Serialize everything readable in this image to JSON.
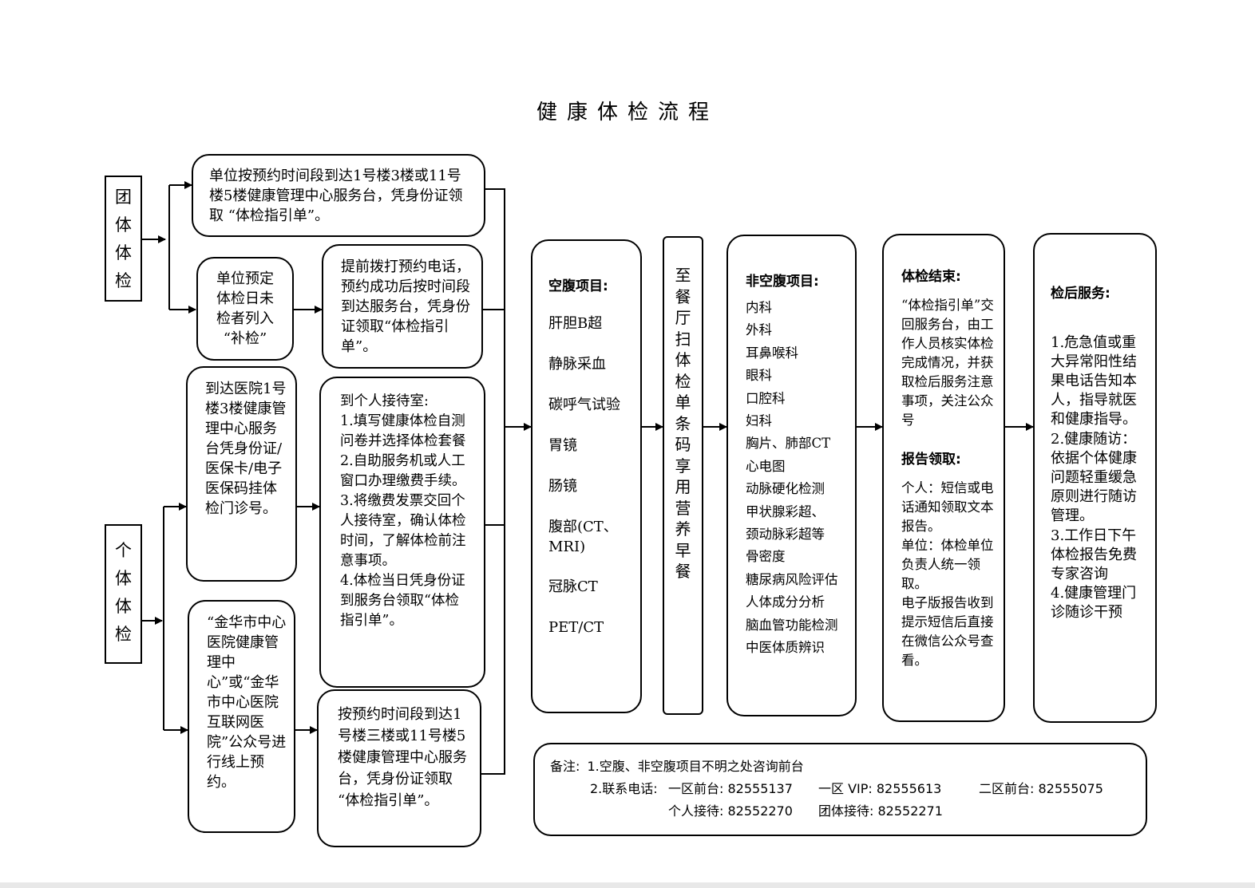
{
  "title": "健康体检流程",
  "group_label": "团\n体\n体\n检",
  "individual_label": "个\n体\n体\n检",
  "group_step1": "单位按预约时间段到达1号楼3楼或11号楼5楼健康管理中心服务台，凭身份证领取 “体检指引单”。",
  "group_makeup": "单位预定\n体检日未\n检者列入\n“补检”",
  "group_makeup_step": "提前拨打预约电话，预约成功后按时间段到达服务台，凭身份证领取“体检指引单”。",
  "individual_walkin": "到达医院1号楼3楼健康管理中心服务台凭身份证/医保卡/电子医保码挂体检门诊号。",
  "individual_reception": "到个人接待室:\n1.填写健康体检自测问卷并选择体检套餐\n2.自助服务机或人工窗口办理缴费手续。\n3.将缴费发票交回个人接待室，确认体检时间，了解体检前注意事项。\n4.体检当日凭身份证到服务台领取“体检指引单”。",
  "individual_online": "“金华市中心医院健康管理中心”或“金华市中心医院互联网医院”公众号进行线上预约。",
  "individual_online_step": "按预约时间段到达1号楼三楼或11号楼5楼健康管理中心服务台，凭身份证领取 “体检指引单”。",
  "fasting": {
    "heading": "空腹项目:",
    "items": [
      "肝胆B超",
      "静脉采血",
      "碳呼气试验",
      "胃镜",
      "肠镜",
      "腹部(CT、MRI)",
      "冠脉CT",
      "PET/CT"
    ]
  },
  "breakfast": "至\n餐\n厅\n扫\n体\n检\n单\n条\n码\n享\n用\n营\n养\n早\n餐",
  "nonfasting": {
    "heading": "非空腹项目:",
    "items": [
      "内科",
      "外科",
      "耳鼻喉科",
      "眼科",
      "口腔科",
      "妇科",
      "胸片、肺部CT",
      "心电图",
      "动脉硬化检测",
      "甲状腺彩超、",
      "颈动脉彩超等",
      "骨密度",
      "糖尿病风险评估",
      "人体成分分析",
      "脑血管功能检测",
      "中医体质辨识"
    ]
  },
  "end": {
    "heading": "体检结束:",
    "text": "“体检指引单”交回服务台，由工作人员核实体检完成情况，并获取检后服务注意事项，关注公众号",
    "report_heading": "报告领取:",
    "report_text": "个人：短信或电话通知领取文本报告。\n单位：体检单位负责人统一领取。\n电子版报告收到提示短信后直接在微信公众号查看。"
  },
  "after": {
    "heading": "检后服务:",
    "text": "1.危急值或重大异常阳性结果电话告知本人，指导就医和健康指导。\n2.健康随访：依据个体健康问题轻重缓急原则进行随访管理。\n3.工作日下午体检报告免费专家咨询\n4.健康管理门诊随诊干预"
  },
  "notes": {
    "label": "备注:",
    "line1": "1.空腹、非空腹项目不明之处咨询前台",
    "line2_label": "2.联系电话:",
    "front1": "一区前台: 82555137",
    "vip1": "一区 VIP: 82555613",
    "front2": "二区前台: 82555075",
    "personal": "个人接待: 82552270",
    "group": "团体接待: 82552271"
  }
}
